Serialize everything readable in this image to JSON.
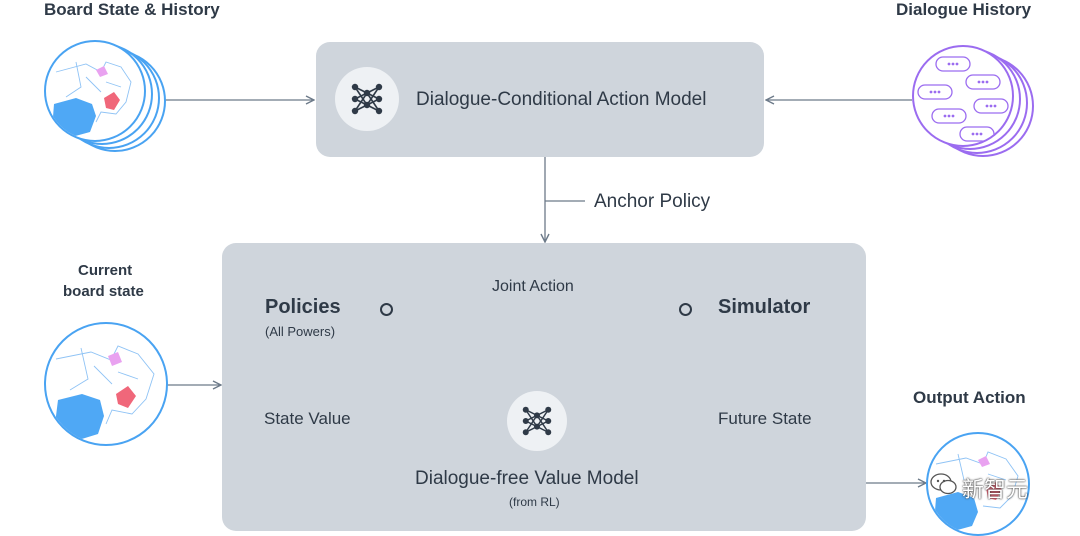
{
  "labels": {
    "board_state_history": "Board State & History",
    "dialogue_history": "Dialogue History",
    "action_model": "Dialogue-Conditional Action Model",
    "anchor_policy": "Anchor Policy",
    "current_board_state_line1": "Current",
    "current_board_state_line2": "board state",
    "policies": "Policies",
    "all_powers": "(All Powers)",
    "joint_action": "Joint Action",
    "simulator": "Simulator",
    "state_value": "State Value",
    "future_state": "Future State",
    "value_model": "Dialogue-free Value Model",
    "from_rl": "(from RL)",
    "output_action": "Output Action",
    "watermark": "新智元"
  },
  "icons": {
    "neural_net": "neural-network-icon",
    "chat": "chat-bubbles-icon",
    "map": "europe-map-icon",
    "wechat": "wechat-icon"
  },
  "colors": {
    "box_fill": "#cfd5dc",
    "arrow": "#6c7a89",
    "text": "#2f3a47",
    "map_blue": "#4fa8f5",
    "map_red": "#f0677a",
    "map_pink": "#e9a2f0",
    "chat_purple": "#9b6cf0"
  }
}
